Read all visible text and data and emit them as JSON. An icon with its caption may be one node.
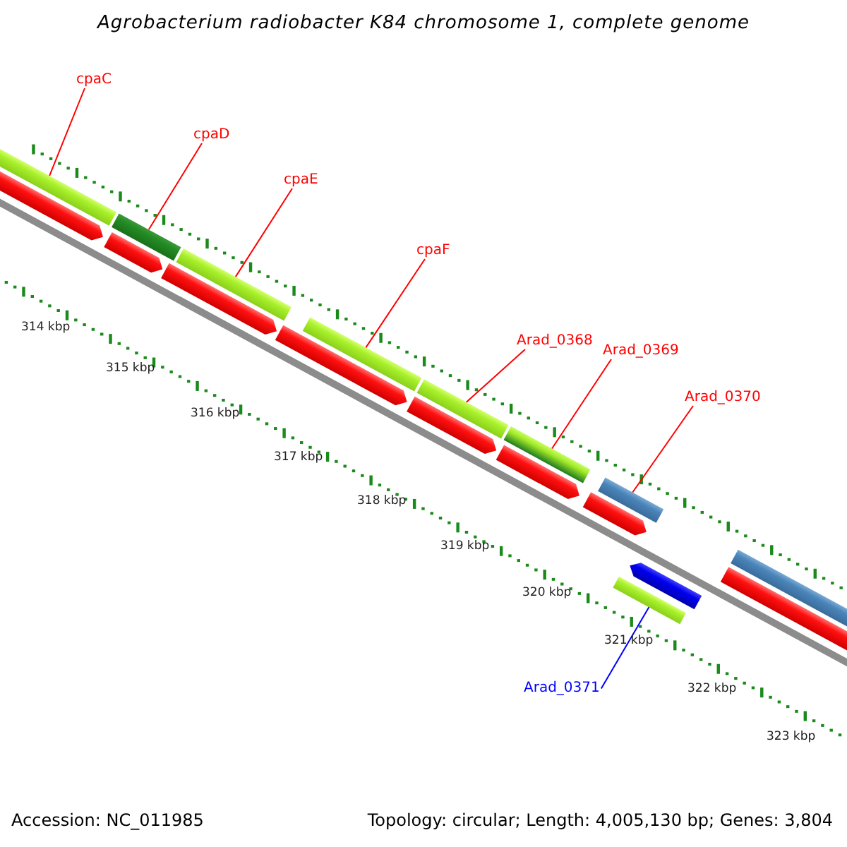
{
  "diagram": {
    "title": "Agrobacterium radiobacter K84 chromosome 1, complete genome",
    "nodes": [
      {
        "text": [
          "cpaC"
        ]
      },
      {
        "text": [],
        "shape": "bar"
      },
      {
        "text": [
          "cpaD"
        ]
      },
      {
        "text": [],
        "shape": "bar"
      },
      {
        "text": [
          "cpaE"
        ]
      },
      {
        "text": [],
        "shape": "bar"
      },
      {
        "text": [
          "cpaF"
        ]
      },
      {
        "text": [],
        "shape": "bar"
      },
      {
        "text": [
          "Arad_0368"
        ]
      },
      {
        "text": [],
        "shape": "bar"
      },
      {
        "text": [
          "Arad_0369"
        ]
      },
      {
        "text": [],
        "shape": "bar"
      },
      {
        "text": [
          "Arad_0370"
        ]
      },
      {
        "text": [],
        "shape": "bar"
      },
      {
        "text": [
          "Arad_0371"
        ]
      },
      {
        "text": [],
        "shape": "bar"
      }
    ],
    "edges": [
      {
        "from": 0,
        "to": 1,
        "arrow": "none"
      },
      {
        "from": 2,
        "to": 3,
        "arrow": "none"
      },
      {
        "from": 4,
        "to": 5,
        "arrow": "none"
      },
      {
        "from": 6,
        "to": 7,
        "arrow": "none"
      },
      {
        "from": 8,
        "to": 9,
        "arrow": "none"
      },
      {
        "from": 10,
        "to": 11,
        "arrow": "none"
      },
      {
        "from": 12,
        "to": 13,
        "arrow": "none"
      },
      {
        "from": 14,
        "to": 15,
        "arrow": "none",
        "color": "#0000ff"
      }
    ],
    "labels": [
      "314 kbp",
      "315 kbp",
      "316 kbp",
      "317 kbp",
      "318 kbp",
      "319 kbp",
      "320 kbp",
      "321 kbp",
      "322 kbp",
      "323 kbp",
      "Accession: NC_011985",
      "Topology: circular; Length: 4,005,130 bp; Genes: 3,804"
    ]
  }
}
